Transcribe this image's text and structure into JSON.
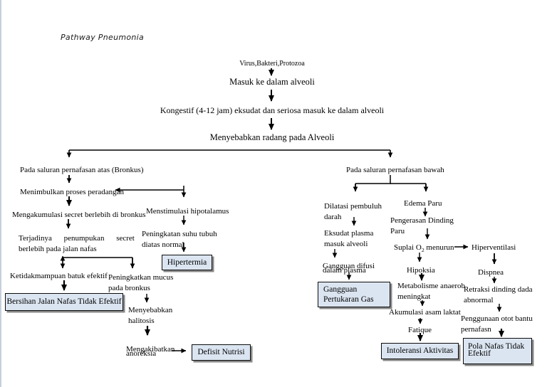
{
  "page": {
    "title": "Pathway Pneumonia",
    "background": "#ffffff"
  },
  "colors": {
    "box_fill": "#dbe5f1",
    "box_border": "#0d0d0d",
    "box_shadow": "#888888",
    "line": "#000000",
    "text": "#000000"
  },
  "nodes": [
    {
      "id": "diagram-title",
      "lines": [
        "Pathway Pneumonia"
      ]
    },
    {
      "id": "virus-bakteri-protozoa",
      "lines": [
        "Virus,Bakteri,Protozoa"
      ]
    },
    {
      "id": "masuk-alveoli",
      "lines": [
        "Masuk ke dalam alveoli"
      ]
    },
    {
      "id": "kongestif",
      "lines": [
        "Kongestif (4-12 jam) eksudat dan seriosa masuk ke dalam alveoli"
      ]
    },
    {
      "id": "radang-alveoli",
      "lines": [
        "Menyebabkan radang pada Alveoli"
      ]
    },
    {
      "id": "saluran-atas",
      "lines": [
        "Pada saluran pernafasan atas (Bronkus)"
      ]
    },
    {
      "id": "proses-peradangan",
      "lines": [
        "Menimbulkan proses peradangan"
      ]
    },
    {
      "id": "akumulasi-secret",
      "lines": [
        "Mengakumulasi secret berlebih di bronkus"
      ]
    },
    {
      "id": "penumpukan-secret",
      "lines": [
        "Terjadinya penumpukan secret",
        "berlebih pada jalan nafas"
      ]
    },
    {
      "id": "batuk-efektif",
      "lines": [
        "Ketidakmampuan batuk efektif"
      ]
    },
    {
      "id": "bersihan-jalan-nafas",
      "lines": [
        "Bersihan Jalan Nafas Tidak Efektif"
      ],
      "box": true
    },
    {
      "id": "peningkatan-mucus",
      "lines": [
        "Peningkatkan mucus",
        "pada bronkus"
      ]
    },
    {
      "id": "halitosis",
      "lines": [
        "Menyebabkan",
        "halitosis"
      ]
    },
    {
      "id": "anoreksia",
      "lines": [
        "Mengakibatkan",
        "anoreksia"
      ]
    },
    {
      "id": "defisit-nutrisi",
      "lines": [
        "Defisit Nutrisi"
      ],
      "box": true
    },
    {
      "id": "menstimulasi-hipotalamus",
      "lines": [
        "Menstimulasi hipotalamus"
      ]
    },
    {
      "id": "peningkatan-suhu",
      "lines": [
        "Peningkatan suhu tubuh",
        "diatas normal"
      ]
    },
    {
      "id": "hipertermia",
      "lines": [
        "Hipertermia"
      ],
      "box": true
    },
    {
      "id": "saluran-bawah",
      "lines": [
        "Pada saluran pernafasan bawah"
      ]
    },
    {
      "id": "dilatasi-pembuluh",
      "lines": [
        "Dilatasi pembuluh",
        "darah"
      ]
    },
    {
      "id": "eksudat-plasma",
      "lines": [
        "Eksudat plasma",
        "masuk alveoli"
      ]
    },
    {
      "id": "gangguan-difusi",
      "lines": [
        "Gangguan difusi",
        "dalam plasma"
      ]
    },
    {
      "id": "gangguan-pertukaran-gas",
      "lines": [
        "Gangguan",
        "Pertukaran Gas"
      ],
      "box": true
    },
    {
      "id": "edema-paru",
      "lines": [
        "Edema Paru"
      ]
    },
    {
      "id": "pengerasan-dinding",
      "lines": [
        "Pengerasan Dinding",
        "Paru"
      ]
    },
    {
      "id": "suplai-o2-menurun",
      "lines": [
        "Suplai O~2~ menurun"
      ]
    },
    {
      "id": "hipoksia",
      "lines": [
        "Hipoksia"
      ]
    },
    {
      "id": "metabolisme-anaerob",
      "lines": [
        "Metabolisme anaerob",
        "meningkat"
      ]
    },
    {
      "id": "akumulasi-asam-laktat",
      "lines": [
        "Akumulasi asam laktat"
      ]
    },
    {
      "id": "fatique",
      "lines": [
        "Fatique"
      ]
    },
    {
      "id": "intoleransi-aktivitas",
      "lines": [
        "Intoleransi Aktivitas"
      ],
      "box": true
    },
    {
      "id": "hiperventilasi",
      "lines": [
        "Hiperventilasi"
      ]
    },
    {
      "id": "dispnea",
      "lines": [
        "Dispnea"
      ]
    },
    {
      "id": "retraksi-dinding-dada",
      "lines": [
        "Retraksi dinding dada",
        "abnormal"
      ]
    },
    {
      "id": "otot-bantu-pernafasan",
      "lines": [
        "Penggunaan otot bantu",
        "pernafasn"
      ]
    },
    {
      "id": "pola-nafas-tidak-efektif",
      "lines": [
        "Pola Nafas Tidak",
        "Efektif"
      ],
      "box": true
    }
  ],
  "edges": [
    {
      "from": "virus-bakteri-protozoa",
      "to": "masuk-alveoli"
    },
    {
      "from": "masuk-alveoli",
      "to": "kongestif"
    },
    {
      "from": "kongestif",
      "to": "radang-alveoli"
    },
    {
      "from": "radang-alveoli",
      "to": "saluran-atas"
    },
    {
      "from": "radang-alveoli",
      "to": "saluran-bawah"
    },
    {
      "from": "saluran-atas",
      "to": "proses-peradangan"
    },
    {
      "from": "proses-peradangan",
      "to": "akumulasi-secret"
    },
    {
      "from": "akumulasi-secret",
      "to": "penumpukan-secret"
    },
    {
      "from": "penumpukan-secret",
      "to": "batuk-efektif"
    },
    {
      "from": "penumpukan-secret",
      "to": "peningkatan-mucus"
    },
    {
      "from": "batuk-efektif",
      "to": "bersihan-jalan-nafas"
    },
    {
      "from": "peningkatan-mucus",
      "to": "halitosis"
    },
    {
      "from": "halitosis",
      "to": "anoreksia"
    },
    {
      "from": "anoreksia",
      "to": "defisit-nutrisi"
    },
    {
      "from": "proses-peradangan",
      "to": "menstimulasi-hipotalamus"
    },
    {
      "from": "menstimulasi-hipotalamus",
      "to": "peningkatan-suhu"
    },
    {
      "from": "peningkatan-suhu",
      "to": "hipertermia"
    },
    {
      "from": "saluran-bawah",
      "to": "dilatasi-pembuluh"
    },
    {
      "from": "saluran-bawah",
      "to": "edema-paru"
    },
    {
      "from": "dilatasi-pembuluh",
      "to": "eksudat-plasma"
    },
    {
      "from": "eksudat-plasma",
      "to": "gangguan-difusi"
    },
    {
      "from": "gangguan-difusi",
      "to": "gangguan-pertukaran-gas"
    },
    {
      "from": "edema-paru",
      "to": "pengerasan-dinding"
    },
    {
      "from": "pengerasan-dinding",
      "to": "suplai-o2-menurun"
    },
    {
      "from": "suplai-o2-menurun",
      "to": "hiperventilasi"
    },
    {
      "from": "suplai-o2-menurun",
      "to": "hipoksia"
    },
    {
      "from": "hipoksia",
      "to": "metabolisme-anaerob"
    },
    {
      "from": "metabolisme-anaerob",
      "to": "akumulasi-asam-laktat"
    },
    {
      "from": "akumulasi-asam-laktat",
      "to": "fatique"
    },
    {
      "from": "fatique",
      "to": "intoleransi-aktivitas"
    },
    {
      "from": "hiperventilasi",
      "to": "dispnea"
    },
    {
      "from": "dispnea",
      "to": "retraksi-dinding-dada"
    },
    {
      "from": "retraksi-dinding-dada",
      "to": "otot-bantu-pernafasan"
    },
    {
      "from": "otot-bantu-pernafasan",
      "to": "pola-nafas-tidak-efektif"
    }
  ]
}
